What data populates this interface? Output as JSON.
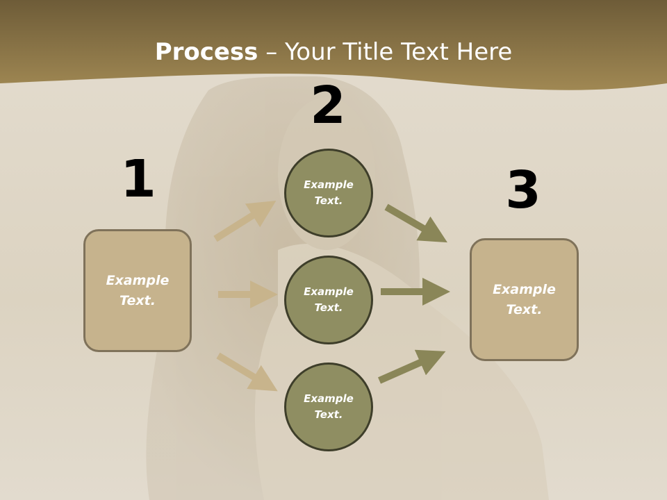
{
  "title": {
    "bold": "Process",
    "rest": " – Your Title Text Here"
  },
  "steps": {
    "one": "1",
    "two": "2",
    "three": "3"
  },
  "left_box": {
    "text": "Example\nText."
  },
  "right_box": {
    "text": "Example\nText."
  },
  "circles": [
    {
      "text": "Example\nText."
    },
    {
      "text": "Example\nText."
    },
    {
      "text": "Example\nText."
    }
  ],
  "colors": {
    "banner": "#8f7745",
    "box_fill": "#c6b38d",
    "circle_fill": "#8f8e62",
    "arrow_light": "#c8b48c",
    "arrow_dark": "#8a8658"
  }
}
